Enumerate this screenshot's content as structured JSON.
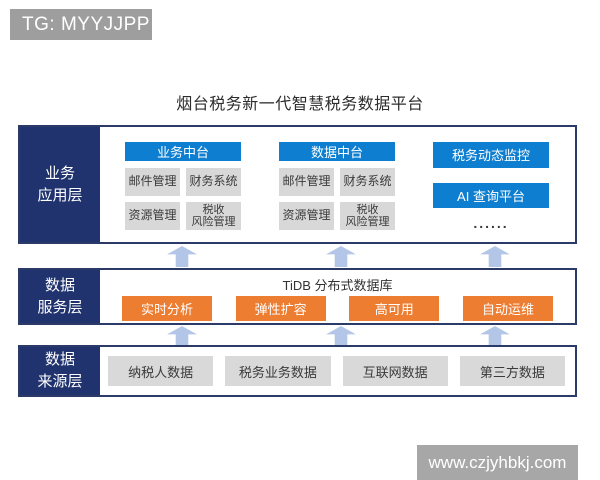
{
  "watermarks": {
    "tg_banner": "TG: MYYJJPP",
    "site_banner": "www.czjyhbkj.com"
  },
  "title": "烟台税务新一代智慧税务数据平台",
  "colors": {
    "layer_label_navy": "#20336e",
    "layer_border_navy": "#2c3a68",
    "blue_button": "#0e7fd0",
    "orange_button": "#ed7d31",
    "gray_box": "#d8d8d8",
    "arrow_blue": "#b3c6e8",
    "banner_gray": "#9e9e9e"
  },
  "layers": {
    "application": {
      "label": "业务\n应用层",
      "groups": [
        {
          "header": "业务中台",
          "items": [
            "邮件管理",
            "财务系统",
            "资源管理",
            "税收\n风险管理"
          ]
        },
        {
          "header": "数据中台",
          "items": [
            "邮件管理",
            "财务系统",
            "资源管理",
            "税收\n风险管理"
          ]
        }
      ],
      "right_buttons": [
        "税务动态监控",
        "AI 查询平台"
      ],
      "ellipsis": "......"
    },
    "service": {
      "label": "数据\n服务层",
      "db_title": "TiDB 分布式数据库",
      "features": [
        "实时分析",
        "弹性扩容",
        "高可用",
        "自动运维"
      ]
    },
    "source": {
      "label": "数据\n来源层",
      "items": [
        "纳税人数据",
        "税务业务数据",
        "互联网数据",
        "第三方数据"
      ]
    }
  }
}
